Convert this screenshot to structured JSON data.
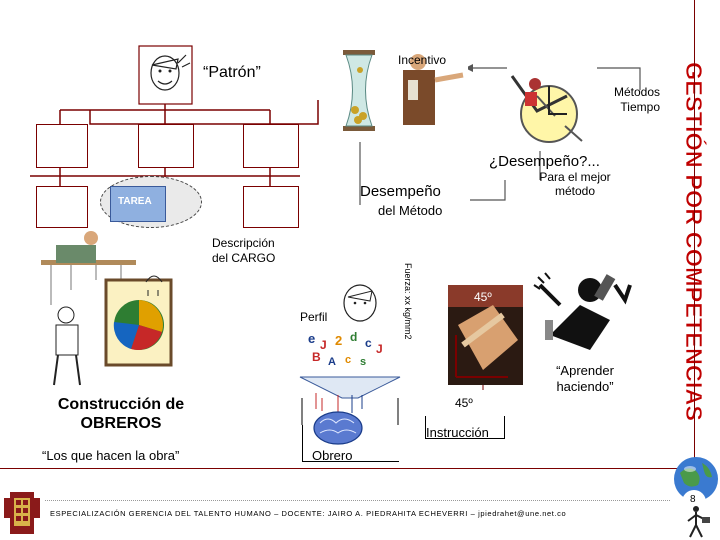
{
  "labels": {
    "patron": "“Patrón”",
    "incentivo": "Incentivo",
    "metodos_tiempo_line1": "Métodos",
    "metodos_tiempo_line2": "Tiempo",
    "desempeno_q": "¿Desempeño?...",
    "para_el_mejor_line1": "Para el mejor",
    "para_el_mejor_line2": "método",
    "tarea": "TAREA",
    "desempeno": "Desempeño",
    "del_metodo": "del Método",
    "descripcion_line1": "Descripción",
    "descripcion_line2": "del CARGO",
    "fuerza": "Fuerza: xx kg/mm2",
    "perfil": "Perfil",
    "angle_top": "45º",
    "angle_bottom": "45º",
    "aprender_line1": "“Aprender",
    "aprender_line2": "haciendo”",
    "construccion_line1": "Construcción de",
    "construccion_line2": "OBREROS",
    "los_que_hacen": "“Los que hacen la obra”",
    "instruccion": "Instrucción",
    "obrero": "Obrero",
    "side_title": "GESTIÓN POR COMPETENCIAS",
    "footer": "ESPECIALIZACIÓN GERENCIA DEL TALENTO HUMANO – DOCENTE: JAIRO A. PIEDRAHITA ECHEVERRI – jpiedrahet@une.net.co",
    "page_number": "8"
  },
  "colors": {
    "frame": "#7a0000",
    "side_title": "#c00000",
    "accent_orange": "#e08a00"
  },
  "icons": {
    "boss": "boss-sketch-icon",
    "incentive": "hourglass-incentive-icon",
    "stopwatch": "stopwatch-icon",
    "puppet": "puppet-master-icon",
    "brain": "brain-funnel-icon",
    "skater": "skater-icon",
    "globe": "globe-icon",
    "logo": "institution-seal-icon",
    "walker": "walking-man-icon"
  }
}
